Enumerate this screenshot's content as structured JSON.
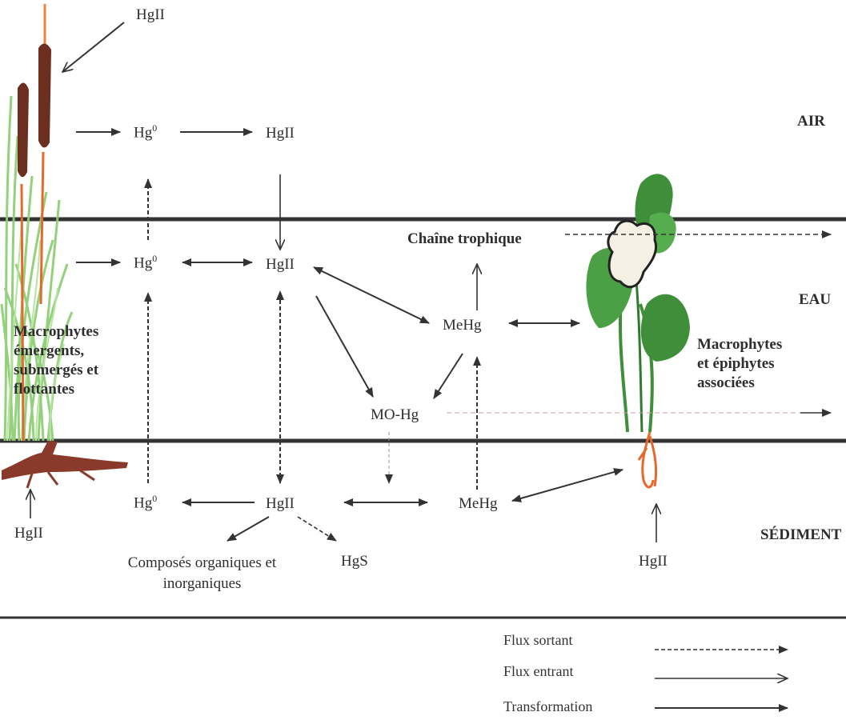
{
  "zones": {
    "air": "AIR",
    "eau": "EAU",
    "sediment": "SÉDIMENT"
  },
  "species": {
    "top_hgII": "HgII",
    "air_hg0": "Hg",
    "air_hg0_sup": "0",
    "air_hgII": "HgII",
    "eau_hg0": "Hg",
    "eau_hg0_sup": "0",
    "eau_hgII": "HgII",
    "eau_mehg": "MeHg",
    "mo_hg": "MO-Hg",
    "sed_hg0": "Hg",
    "sed_hg0_sup": "0",
    "sed_hgII": "HgII",
    "sed_mehg": "MeHg",
    "hgs": "HgS",
    "composes": "Composés organiques et inorganiques",
    "left_hgII": "HgII",
    "right_hgII": "HgII"
  },
  "labels": {
    "chaine": "Chaîne trophique",
    "macro_left": [
      "Macrophytes",
      "émergents,",
      "submergés et",
      "flottantes"
    ],
    "macro_right": [
      "Macrophytes",
      "et épiphytes",
      "associées"
    ]
  },
  "legend": {
    "sortant": "Flux sortant",
    "entrant": "Flux entrant",
    "transformation": "Transformation"
  },
  "colors": {
    "line": "#333333",
    "cattail_head": "#6b2e1f",
    "stem_orange": "#e36a2c",
    "grass": "#8fcf75",
    "leaf_green": "#3f8f3a",
    "root": "#8a3a2a"
  }
}
